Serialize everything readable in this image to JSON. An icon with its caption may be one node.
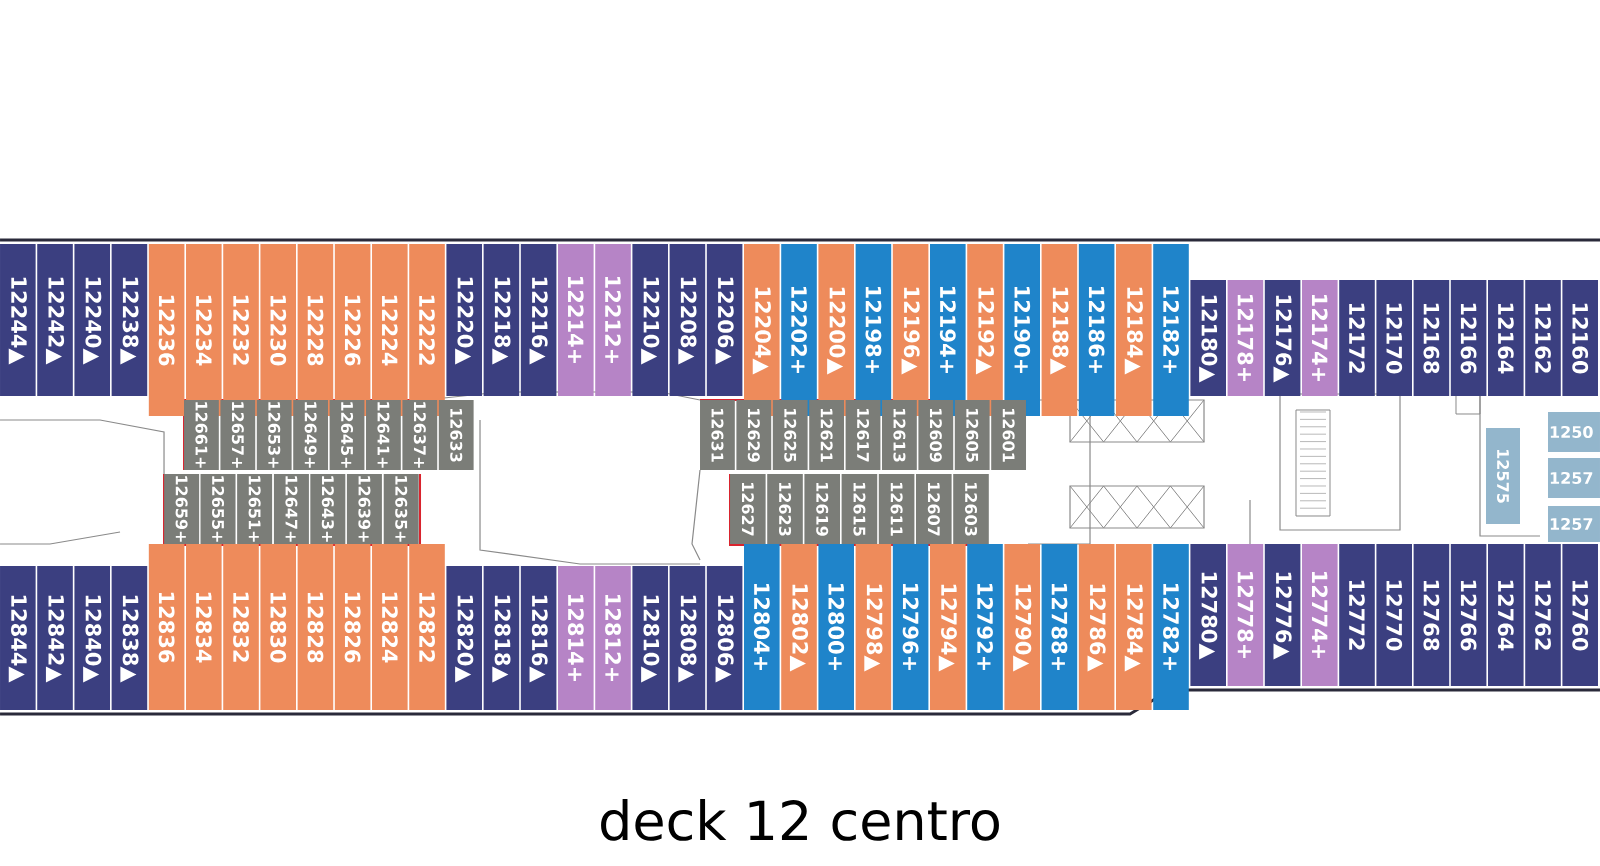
{
  "diagram": {
    "title": "deck 12 centro",
    "nodes": [
      {
        "text": [
          "12244▲"
        ]
      },
      {
        "text": [
          "12242▲"
        ]
      },
      {
        "text": [
          "12240▲"
        ]
      },
      {
        "text": [
          "12238▲"
        ]
      },
      {
        "text": [
          "12236"
        ]
      },
      {
        "text": [
          "12234"
        ]
      },
      {
        "text": [
          "12232"
        ]
      },
      {
        "text": [
          "12230"
        ]
      },
      {
        "text": [
          "12228"
        ]
      },
      {
        "text": [
          "12226"
        ]
      },
      {
        "text": [
          "12224"
        ]
      },
      {
        "text": [
          "12222"
        ]
      },
      {
        "text": [
          "12220▲"
        ]
      },
      {
        "text": [
          "12218▲"
        ]
      },
      {
        "text": [
          "12216▲"
        ]
      },
      {
        "text": [
          "12214+"
        ]
      },
      {
        "text": [
          "12212+"
        ]
      },
      {
        "text": [
          "12210▲"
        ]
      },
      {
        "text": [
          "12208▲"
        ]
      },
      {
        "text": [
          "12206▲"
        ]
      },
      {
        "text": [
          "12204▲"
        ]
      },
      {
        "text": [
          "12202+"
        ]
      },
      {
        "text": [
          "12200▲"
        ]
      },
      {
        "text": [
          "12198+"
        ]
      },
      {
        "text": [
          "12196▲"
        ]
      },
      {
        "text": [
          "12194+"
        ]
      },
      {
        "text": [
          "12192▲"
        ]
      },
      {
        "text": [
          "12190+"
        ]
      },
      {
        "text": [
          "12188▲"
        ]
      },
      {
        "text": [
          "12186+"
        ]
      },
      {
        "text": [
          "12184▲"
        ]
      },
      {
        "text": [
          "12182+"
        ]
      },
      {
        "text": [
          "12180▲"
        ]
      },
      {
        "text": [
          "12178+"
        ]
      },
      {
        "text": [
          "12176▲"
        ]
      },
      {
        "text": [
          "12174+"
        ]
      },
      {
        "text": [
          "12172"
        ]
      },
      {
        "text": [
          "12170"
        ]
      },
      {
        "text": [
          "12168"
        ]
      },
      {
        "text": [
          "12166"
        ]
      },
      {
        "text": [
          "12164"
        ]
      },
      {
        "text": [
          "12162"
        ]
      },
      {
        "text": [
          "12160"
        ]
      },
      {
        "text": [
          "12661+"
        ]
      },
      {
        "text": [
          "12657+"
        ]
      },
      {
        "text": [
          "12653+"
        ]
      },
      {
        "text": [
          "12649+"
        ]
      },
      {
        "text": [
          "12645+"
        ]
      },
      {
        "text": [
          "12641+"
        ]
      },
      {
        "text": [
          "12637+"
        ]
      },
      {
        "text": [
          "12633"
        ]
      },
      {
        "text": [
          "12659+"
        ]
      },
      {
        "text": [
          "12655+"
        ]
      },
      {
        "text": [
          "12651+"
        ]
      },
      {
        "text": [
          "12647+"
        ]
      },
      {
        "text": [
          "12643+"
        ]
      },
      {
        "text": [
          "12639+"
        ]
      },
      {
        "text": [
          "12635+"
        ]
      },
      {
        "text": [
          "12631"
        ]
      },
      {
        "text": [
          "12629"
        ]
      },
      {
        "text": [
          "12625"
        ]
      },
      {
        "text": [
          "12621"
        ]
      },
      {
        "text": [
          "12617"
        ]
      },
      {
        "text": [
          "12613"
        ]
      },
      {
        "text": [
          "12609"
        ]
      },
      {
        "text": [
          "12605"
        ]
      },
      {
        "text": [
          "12601"
        ]
      },
      {
        "text": [
          "12627"
        ]
      },
      {
        "text": [
          "12623"
        ]
      },
      {
        "text": [
          "12619"
        ]
      },
      {
        "text": [
          "12615"
        ]
      },
      {
        "text": [
          "12611"
        ]
      },
      {
        "text": [
          "12607"
        ]
      },
      {
        "text": [
          "12603"
        ]
      },
      {
        "text": [
          "12575"
        ]
      },
      {
        "text": [
          "1250"
        ]
      },
      {
        "text": [
          "1257"
        ]
      },
      {
        "text": [
          "1257"
        ]
      },
      {
        "text": [
          "12844▲"
        ]
      },
      {
        "text": [
          "12842▲"
        ]
      },
      {
        "text": [
          "12840▲"
        ]
      },
      {
        "text": [
          "12838▲"
        ]
      },
      {
        "text": [
          "12836"
        ]
      },
      {
        "text": [
          "12834"
        ]
      },
      {
        "text": [
          "12832"
        ]
      },
      {
        "text": [
          "12830"
        ]
      },
      {
        "text": [
          "12828"
        ]
      },
      {
        "text": [
          "12826"
        ]
      },
      {
        "text": [
          "12824"
        ]
      },
      {
        "text": [
          "12822"
        ]
      },
      {
        "text": [
          "12820▲"
        ]
      },
      {
        "text": [
          "12818▲"
        ]
      },
      {
        "text": [
          "12816▲"
        ]
      },
      {
        "text": [
          "12814+"
        ]
      },
      {
        "text": [
          "12812+"
        ]
      },
      {
        "text": [
          "12810▲"
        ]
      },
      {
        "text": [
          "12808▲"
        ]
      },
      {
        "text": [
          "12806▲"
        ]
      },
      {
        "text": [
          "12804+"
        ]
      },
      {
        "text": [
          "12802▲"
        ]
      },
      {
        "text": [
          "12800+"
        ]
      },
      {
        "text": [
          "12798▲"
        ]
      },
      {
        "text": [
          "12796+"
        ]
      },
      {
        "text": [
          "12794▲"
        ]
      },
      {
        "text": [
          "12792+"
        ]
      },
      {
        "text": [
          "12790▲"
        ]
      },
      {
        "text": [
          "12788+"
        ]
      },
      {
        "text": [
          "12786▲"
        ]
      },
      {
        "text": [
          "12784▲"
        ]
      },
      {
        "text": [
          "12782+"
        ]
      },
      {
        "text": [
          "12780▲"
        ]
      },
      {
        "text": [
          "12778+"
        ]
      },
      {
        "text": [
          "12776▲"
        ]
      },
      {
        "text": [
          "12774+"
        ]
      },
      {
        "text": [
          "12772"
        ]
      },
      {
        "text": [
          "12770"
        ]
      },
      {
        "text": [
          "12768"
        ]
      },
      {
        "text": [
          "12766"
        ]
      },
      {
        "text": [
          "12764"
        ]
      },
      {
        "text": [
          "12762"
        ]
      },
      {
        "text": [
          "12760"
        ]
      }
    ]
  }
}
